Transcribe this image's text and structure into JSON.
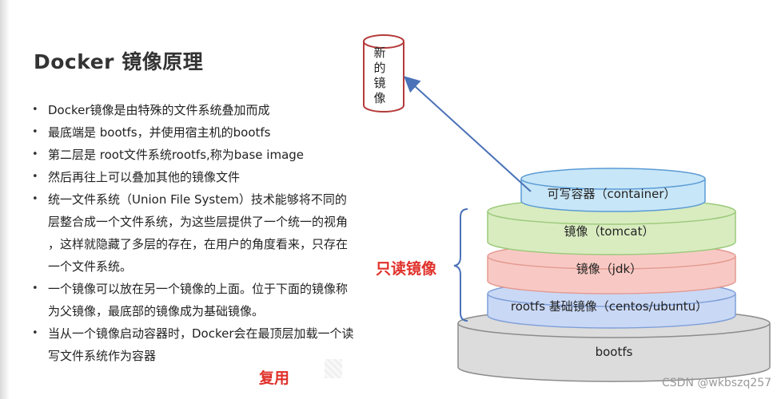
{
  "title": "Docker 镜像原理",
  "bullets": [
    "Docker镜像是由特殊的文件系统叠加而成",
    "最底端是 bootfs，并使用宿主机的bootfs",
    "第二层是 root文件系统rootfs,称为base image",
    "然后再往上可以叠加其他的镜像文件",
    "统一文件系统（Union File System）技术能够将不同的层整合成一个文件系统，为这些层提供了一个统一的视角，这样就隐藏了多层的存在，在用户的角度看来，只存在一个文件系统。",
    "一个镜像可以放在另一个镜像的上面。位于下面的镜像称为父镜像，最底部的镜像成为基础镜像。",
    "当从一个镜像启动容器时，Docker会在最顶层加载一个读写文件系统作为容器"
  ],
  "bullet_lines": [
    [
      "Docker镜像是由特殊的文件系统叠加而成"
    ],
    [
      "最底端是 bootfs，并使用宿主机的bootfs"
    ],
    [
      "第二层是 root文件系统rootfs,称为base image"
    ],
    [
      "然后再往上可以叠加其他的镜像文件"
    ],
    [
      "统一文件系统（Union File System）技术能够将不同的",
      "层整合成一个文件系统，为这些层提供了一个统一的视角",
      "，这样就隐藏了多层的存在，在用户的角度看来，只存在",
      "一个文件系统。"
    ],
    [
      "一个镜像可以放在另一个镜像的上面。位于下面的镜像称",
      "为父镜像，最底部的镜像成为基础镜像。"
    ],
    [
      "当从一个镜像启动容器时，Docker会在最顶层加载一个读",
      "写文件系统作为容器"
    ]
  ],
  "reuse_label": "复用",
  "readonly_label": "只读镜像",
  "new_image_label": [
    "新",
    "的",
    "镜",
    "像"
  ],
  "layers": {
    "container": "可写容器（container）",
    "tomcat": "镜像（tomcat）",
    "jdk": "镜像（jdk）",
    "rootfs": "rootfs 基础镜像（centos/ubuntu）",
    "bootfs": "bootfs"
  },
  "colors": {
    "container_fill": "#c7e6f7",
    "container_stroke": "#5b9bd5",
    "tomcat_fill": "#d9ecc0",
    "tomcat_stroke": "#9bc97a",
    "jdk_fill": "#f8c9c4",
    "jdk_stroke": "#e39a92",
    "rootfs_fill": "#c9d8f5",
    "rootfs_stroke": "#7f9fd9",
    "bootfs_fill": "#dcdcdc",
    "bootfs_stroke": "#8c8c8c",
    "new_fill": "#ffffff",
    "new_stroke": "#b53a3a",
    "arrow": "#4a72b8",
    "bracket": "#4a72b8",
    "red_text": "#e0302a"
  },
  "watermark": "CSDN @wkbszq257"
}
